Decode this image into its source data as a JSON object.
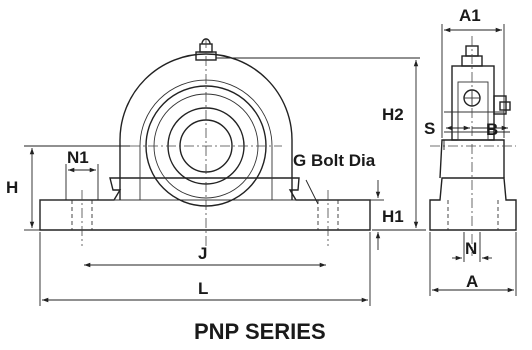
{
  "title": "PNP SERIES",
  "dimension_labels": {
    "a1": "A1",
    "h2": "H2",
    "s": "S",
    "b": "B",
    "h": "H",
    "n1": "N1",
    "g_bolt_dia": "G Bolt Dia",
    "h1": "H1",
    "j": "J",
    "l": "L",
    "n": "N",
    "a": "A"
  },
  "colors": {
    "line": "#222222",
    "background": "#ffffff"
  }
}
